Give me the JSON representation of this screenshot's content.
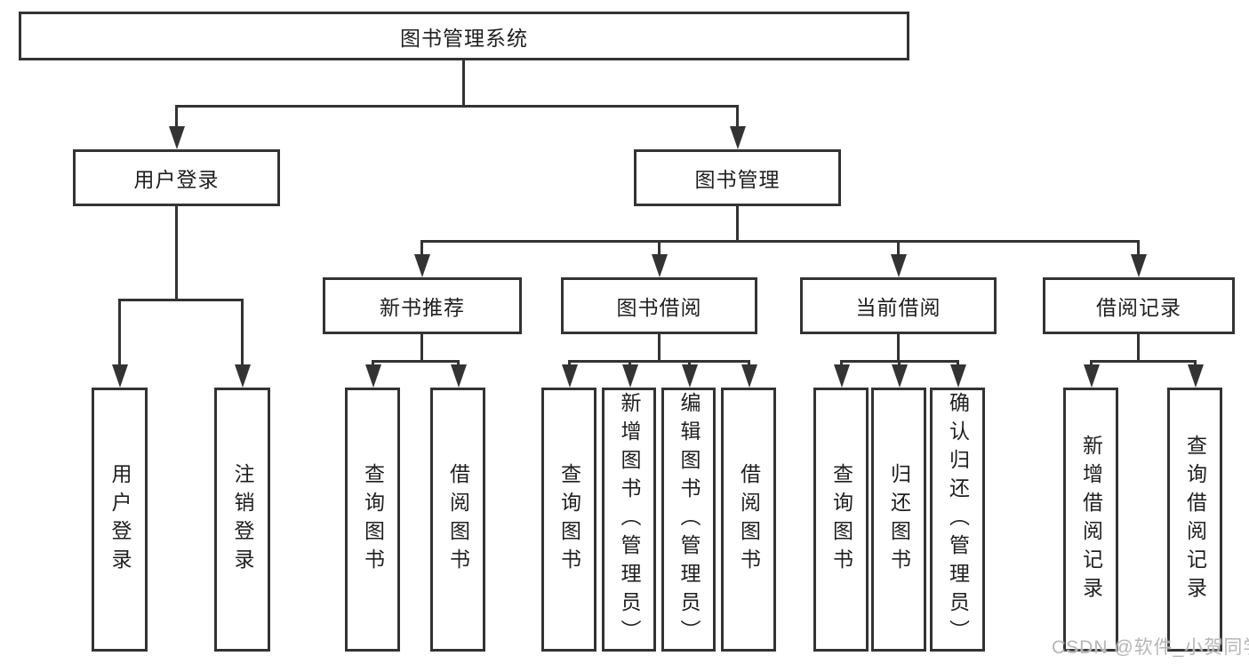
{
  "diagram": {
    "title": "图书管理系统",
    "colors": {
      "line": "#333333",
      "text": "#1f1f1f",
      "background": "#ffffff",
      "watermark": "#b6b6b6"
    },
    "nodes": {
      "root": {
        "label": "图书管理系统"
      },
      "level2": [
        {
          "label": "用户登录"
        },
        {
          "label": "图书管理"
        }
      ],
      "level3": [
        {
          "label": "新书推荐"
        },
        {
          "label": "图书借阅"
        },
        {
          "label": "当前借阅"
        },
        {
          "label": "借阅记录"
        }
      ],
      "leaves": [
        {
          "label": "用户登录"
        },
        {
          "label": "注销登录"
        },
        {
          "label": "查询图书"
        },
        {
          "label": "借阅图书"
        },
        {
          "label": "查询图书"
        },
        {
          "label": "新增图书（管理员）"
        },
        {
          "label": "编辑图书（管理员）"
        },
        {
          "label": "借阅图书"
        },
        {
          "label": "查询图书"
        },
        {
          "label": "归还图书"
        },
        {
          "label": "确认归还（管理员）"
        },
        {
          "label": "新增借阅记录"
        },
        {
          "label": "查询借阅记录"
        }
      ]
    },
    "watermark": "CSDN @软件_小贺同学"
  }
}
